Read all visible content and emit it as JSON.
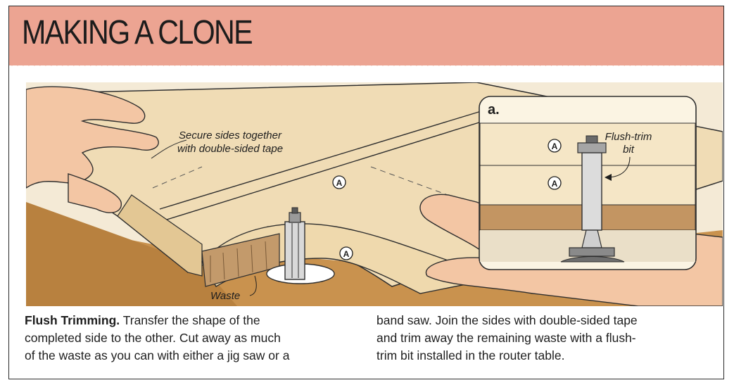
{
  "header": {
    "title": "MAKING A CLONE",
    "color": "#eca492"
  },
  "illustration": {
    "callout_tape_line1": "Secure sides together",
    "callout_tape_line2": "with double-sided tape",
    "part_marker": "A",
    "waste_label": "Waste",
    "inset": {
      "letter": "a.",
      "bit_label_line1": "Flush-trim",
      "bit_label_line2": "bit"
    }
  },
  "caption": {
    "heading": "Flush Trimming.",
    "left_body_1": " Transfer the shape of the",
    "left_line_2": "completed side to the other. Cut away as much",
    "left_line_3": "of the waste as you can with either a jig saw or a",
    "right_line_1": "band saw. Join the sides with double-sided tape",
    "right_line_2": "and trim away the remaining waste with a flush-",
    "right_line_3": "trim bit installed in the router table."
  }
}
